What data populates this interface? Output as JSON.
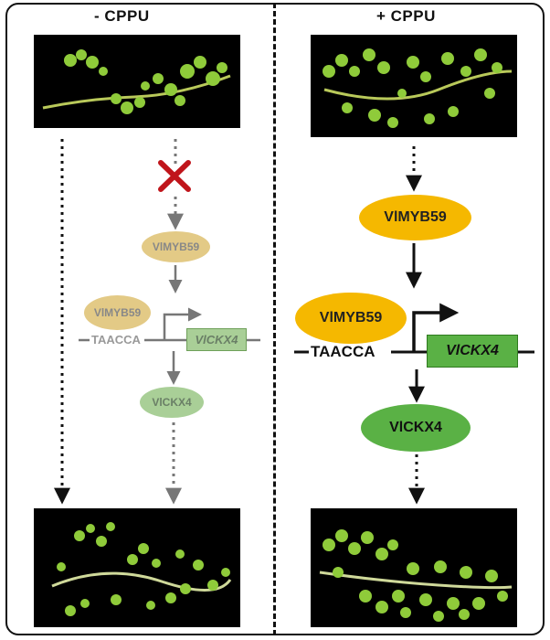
{
  "panels": {
    "left": {
      "title": "- CPPU",
      "myb_upper": "VlMYB59",
      "myb_bound": "VlMYB59",
      "promoter": "TAACCA",
      "gene": "VlCKX4",
      "protein": "VlCKX4"
    },
    "right": {
      "title": "+ CPPU",
      "myb_upper": "VlMYB59",
      "myb_bound": "VlMYB59",
      "promoter": "TAACCA",
      "gene": "VlCKX4",
      "protein": "VlCKX4"
    }
  },
  "colors": {
    "myb_active": "#F5B800",
    "myb_faded": "#E3CA86",
    "gene_active": "#5AB145",
    "gene_faded": "#A9CF97",
    "blocked_mark": "#C0151B",
    "photo_bg": "#000000",
    "plant": "#8FCB3A"
  },
  "icons": {
    "blocked": "red-x-icon"
  }
}
